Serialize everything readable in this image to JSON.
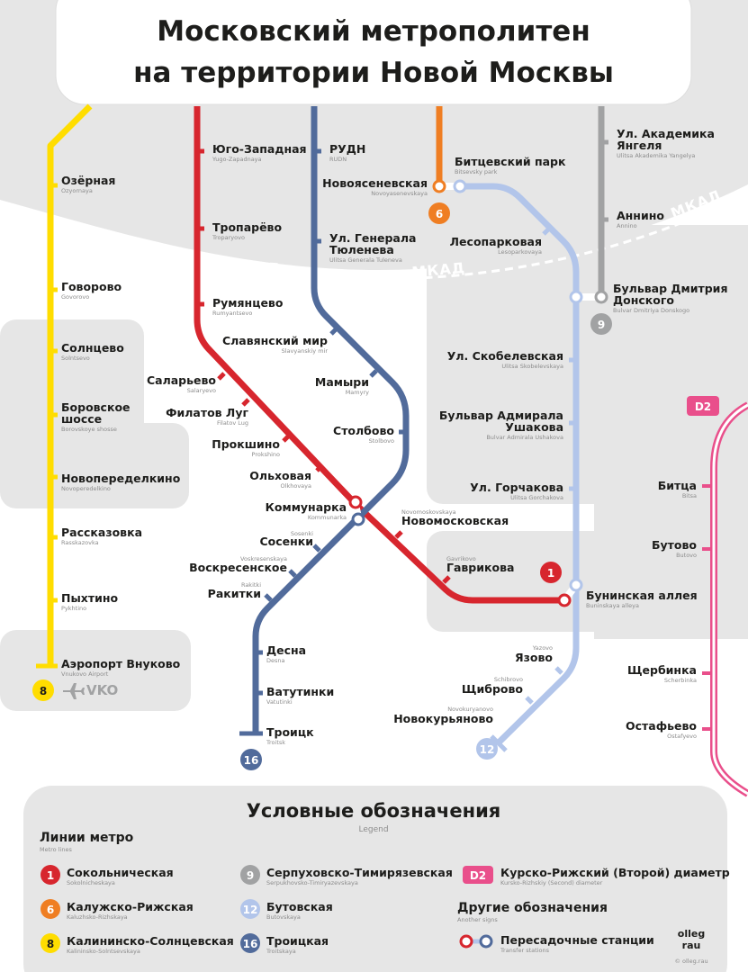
{
  "title": {
    "line1": "Московский метрополитен",
    "line2": "на территории Новой Москвы"
  },
  "mkad_label": "МКАД",
  "interchange": {
    "l6": "6",
    "l9": "9",
    "l1": "1",
    "l12": "12",
    "l8": "8",
    "l16": "16",
    "d2": "D2"
  },
  "airport_code": "VKO",
  "stations": {
    "ozernaya": {
      "ru": "Озёрная",
      "en": "Ozyornaya"
    },
    "govorovo": {
      "ru": "Говорово",
      "en": "Govorovo"
    },
    "solntsevo": {
      "ru": "Солнцево",
      "en": "Solntsevo"
    },
    "borovskoe1": {
      "ru": "Боровское",
      "en": ""
    },
    "borovskoe2": {
      "ru": "шоссе",
      "en": "Borovskoye shosse"
    },
    "novoperedelkino": {
      "ru": "Новопеределкино",
      "en": "Novoperedelkino"
    },
    "rasskazovka": {
      "ru": "Рассказовка",
      "en": "Rasskazovka"
    },
    "pykhtino": {
      "ru": "Пыхтино",
      "en": "Pykhtino"
    },
    "vnukovo": {
      "ru": "Аэропорт Внуково",
      "en": "Vnukovo Airport"
    },
    "yugozapadnaya": {
      "ru": "Юго-Западная",
      "en": "Yugo-Zapadnaya"
    },
    "troparevo": {
      "ru": "Тропарёво",
      "en": "Troparyovo"
    },
    "rumyantsevo": {
      "ru": "Румянцево",
      "en": "Rumyantsevo"
    },
    "salarevo": {
      "ru": "Саларьево",
      "en": "Salaryevo"
    },
    "filatov": {
      "ru": "Филатов Луг",
      "en": "Filatov Lug"
    },
    "prokshino": {
      "ru": "Прокшино",
      "en": "Prokshino"
    },
    "olkhovaya": {
      "ru": "Ольховая",
      "en": "Olkhovaya"
    },
    "kommunarka": {
      "ru": "Коммунарка",
      "en": "Kommunarka"
    },
    "novomoskovskaya": {
      "ru": "Новомосковская",
      "en": "Novomoskovskaya"
    },
    "gavrikovo": {
      "ru": "Гаврикова",
      "en": "Gavrikovo"
    },
    "rudn": {
      "ru": "РУДН",
      "en": "RUDN"
    },
    "novoyasenevskaya": {
      "ru": "Новоясеневская",
      "en": "Novoyasenevskaya"
    },
    "tyuleneva1": {
      "ru": "Ул. Генерала",
      "en": ""
    },
    "tyuleneva2": {
      "ru": "Тюленева",
      "en": "Ulitsa Generala Tuleneva"
    },
    "slavyanskiy": {
      "ru": "Славянский мир",
      "en": "Slavyanskiy mir"
    },
    "mamyri": {
      "ru": "Мамыри",
      "en": "Mamyry"
    },
    "stolbovo": {
      "ru": "Столбово",
      "en": "Stolbovo"
    },
    "sosenki": {
      "ru": "Сосенки",
      "en": "Sosenki"
    },
    "voskresenskoe": {
      "ru": "Воскресенское",
      "en": "Voskresenskaya"
    },
    "rakitki": {
      "ru": "Ракитки",
      "en": "Rakitki"
    },
    "desna": {
      "ru": "Десна",
      "en": "Desna"
    },
    "vatutinki": {
      "ru": "Ватутинки",
      "en": "Vatutinki"
    },
    "troitsk": {
      "ru": "Троицк",
      "en": "Troitsk"
    },
    "bitsevsky": {
      "ru": "Битцевский парк",
      "en": "Bitsevsky park"
    },
    "lesoparkovaya": {
      "ru": "Лесопарковая",
      "en": "Lesoparkovaya"
    },
    "skobelevskaya": {
      "ru": "Ул. Скобелевская",
      "en": "Ulitsa Skobelevskaya"
    },
    "ushakova1": {
      "ru": "Бульвар Адмирала",
      "en": ""
    },
    "ushakova2": {
      "ru": "Ушакова",
      "en": "Bulvar Admirala Ushakova"
    },
    "gorchakova": {
      "ru": "Ул. Горчакова",
      "en": "Ulitsa Gorchakova"
    },
    "buninskaya": {
      "ru": "Бунинская аллея",
      "en": "Buninskaya alleya"
    },
    "yazovo": {
      "ru": "Язово",
      "en": "Yazovo"
    },
    "shchibrovo": {
      "ru": "Щиброво",
      "en": "Schibrovo"
    },
    "novokuryanovo": {
      "ru": "Новокурьяново",
      "en": "Novokuryanovo"
    },
    "yangelya1": {
      "ru": "Ул. Академика",
      "en": ""
    },
    "yangelya2": {
      "ru": "Янгеля",
      "en": "Ulitsa Akademika Yangelya"
    },
    "annino": {
      "ru": "Аннино",
      "en": "Annino"
    },
    "donskogo1": {
      "ru": "Бульвар Дмитрия",
      "en": ""
    },
    "donskogo2": {
      "ru": "Донского",
      "en": "Bulvar Dmitriya Donskogo"
    },
    "bitsa": {
      "ru": "Битца",
      "en": "Bitsa"
    },
    "butovo": {
      "ru": "Бутово",
      "en": "Butovo"
    },
    "shcherbinka": {
      "ru": "Щербинка",
      "en": "Scherbinka"
    },
    "ostafyevo": {
      "ru": "Остафьево",
      "en": "Ostafyevo"
    }
  },
  "legend": {
    "title": "Условные обозначения",
    "subtitle": "Legend",
    "lines_title": "Линии метро",
    "lines_sub": "Metro lines",
    "other_title": "Другие обозначения",
    "other_sub": "Another signs",
    "items": [
      {
        "badge": "1",
        "ru": "Сокольническая",
        "en": "Sokolnicheskaya",
        "color": "#d7262e"
      },
      {
        "badge": "6",
        "ru": "Калужско-Рижская",
        "en": "Kaluzhsko-Rizhskaya",
        "color": "#ef7e23"
      },
      {
        "badge": "8",
        "ru": "Калининско-Солнцевская",
        "en": "Kalininsko-Solntsevskaya",
        "color": "#ffdd00"
      },
      {
        "badge": "9",
        "ru": "Серпуховско-Тимирязевская",
        "en": "Serpukhovsko-Timiryazevskaya",
        "color": "#a1a2a3"
      },
      {
        "badge": "12",
        "ru": "Бутовская",
        "en": "Butovskaya",
        "color": "#b2c5ea"
      },
      {
        "badge": "16",
        "ru": "Троицкая",
        "en": "Troitskaya",
        "color": "#516b9b"
      },
      {
        "badge": "D2",
        "ru": "Курско-Рижский (Второй) диаметр",
        "en": "Kursko-Rizhskiy (Second) diameter",
        "color": "#e94f8b"
      }
    ],
    "transfer": {
      "ru": "Пересадочные станции",
      "en": "Transfer stations"
    }
  },
  "brand": {
    "top": "olleg",
    "bottom": "rau",
    "copy": "© olleg.rau"
  },
  "colors": {
    "red": "#d7262e",
    "orange": "#ef7e23",
    "yellow": "#ffdd00",
    "gray": "#a1a2a3",
    "lightblue": "#b2c5ea",
    "slate": "#516b9b",
    "pink": "#e94f8b",
    "bg": "#e6e6e6"
  }
}
